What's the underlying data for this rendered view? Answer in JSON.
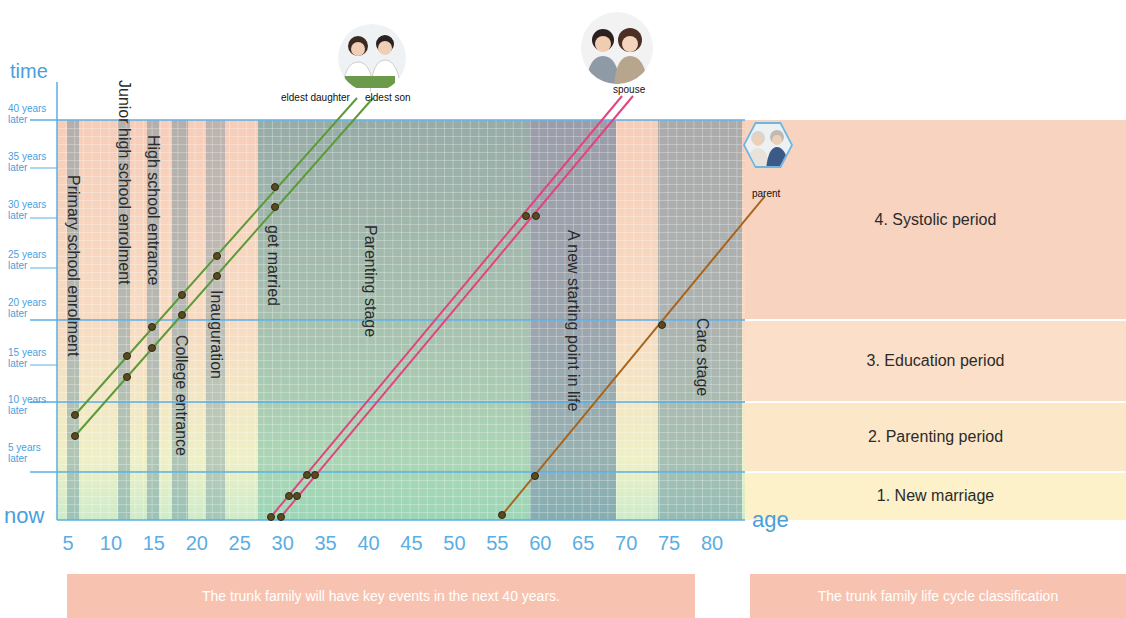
{
  "diagram": {
    "nodes": [
      {
        "text": [
          "4. Systolic period"
        ]
      },
      {
        "text": [
          "3. Education period"
        ]
      },
      {
        "text": [
          "2. Parenting period"
        ]
      },
      {
        "text": [
          "1. New marriage"
        ]
      },
      {
        "text": [
          "The trunk family will have key events in the next 40 years."
        ]
      },
      {
        "text": [
          "The trunk family life cycle classification"
        ]
      }
    ],
    "labels": [
      "time",
      "40 years later",
      "35 years later",
      "30 years later",
      "25 years later",
      "20 years later",
      "15 years later",
      "10 years later",
      "5 years later",
      "now",
      "5",
      "10",
      "15",
      "20",
      "25",
      "30",
      "35",
      "40",
      "45",
      "50",
      "55",
      "60",
      "65",
      "70",
      "75",
      "80",
      "age",
      "Primary school enrolment",
      "Junior high school enrolment",
      "High school entrance",
      "College entrance",
      "Inauguration",
      "get married",
      "Parenting stage",
      "A new starting point in life",
      "Care stage",
      "eldest daughter",
      "eldest son",
      "spouse",
      "parent"
    ]
  }
}
